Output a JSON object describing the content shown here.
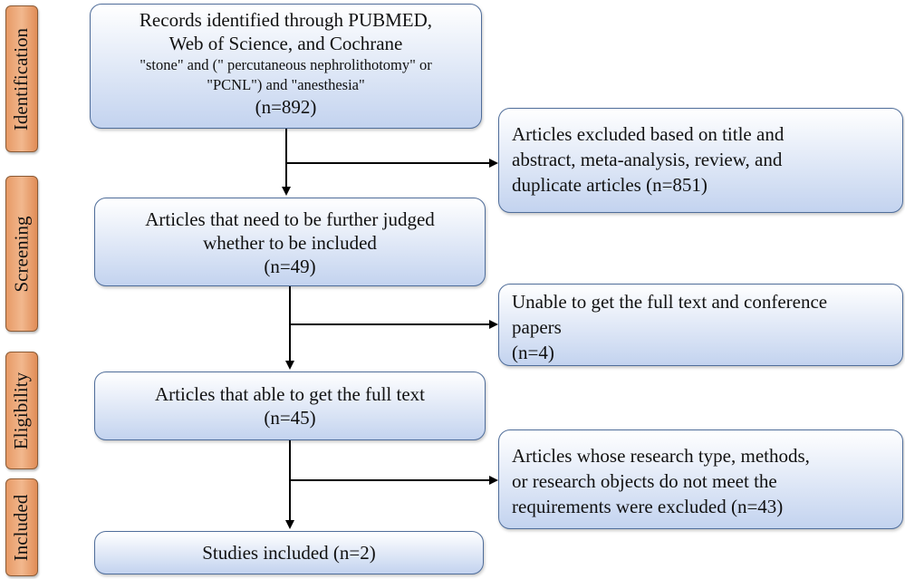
{
  "stages": [
    "Identification",
    "Screening",
    "Eligibility",
    "Included"
  ],
  "boxes": {
    "identified": {
      "line1": "Records identified through PUBMED,",
      "line2": "Web of Science, and Cochrane",
      "query1": "\"stone\" and (\" percutaneous nephrolithotomy\" or",
      "query2": "\"PCNL\") and \"anesthesia\"",
      "count": "(n=892)"
    },
    "excluded_title": {
      "line1": "Articles excluded based on title and",
      "line2": "abstract, meta-analysis, review, and",
      "line3": "duplicate articles (n=851)"
    },
    "screening": {
      "line1": "Articles that need to be further judged",
      "line2": "whether to be included",
      "count": "(n=49)"
    },
    "no_fulltext": {
      "line1": "Unable to get the full text and conference",
      "line2": "papers",
      "line3": "(n=4)"
    },
    "eligible": {
      "line1": "Articles that able to get the full text",
      "count": "(n=45)"
    },
    "excluded_methods": {
      "line1": "Articles whose  research type, methods,",
      "line2": "or research objects do not meet the",
      "line3": "requirements were excluded (n=43)"
    },
    "included": {
      "line1": "Studies included (n=2)"
    }
  }
}
